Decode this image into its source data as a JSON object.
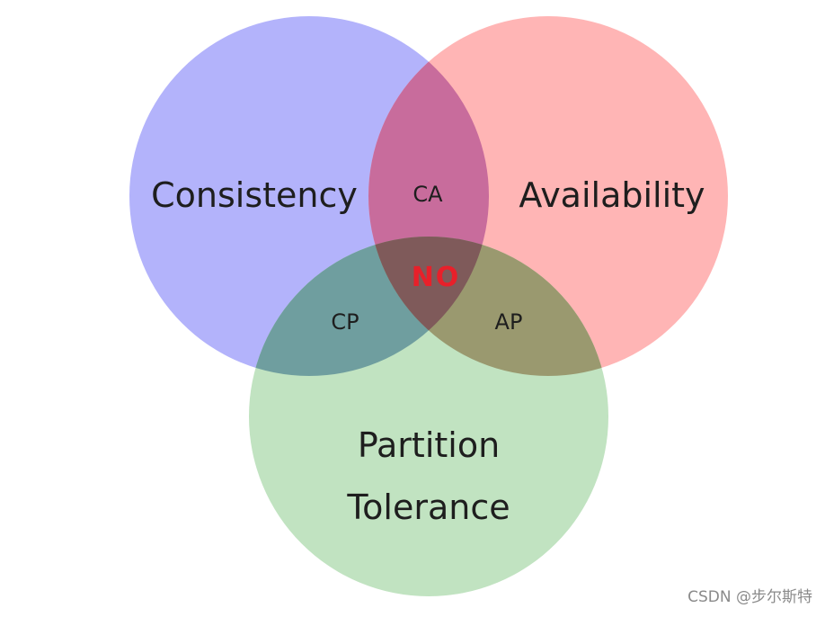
{
  "sets": {
    "consistency": {
      "label": "Consistency",
      "color": "#b3b3fb"
    },
    "availability": {
      "label": "Availability",
      "color": "#ffb5b5"
    },
    "partition": {
      "label_line1": "Partition",
      "label_line2": "Tolerance",
      "color": "#c1e3c1"
    }
  },
  "intersections": {
    "ca": {
      "label": "CA",
      "color": "#c86c9c"
    },
    "cp": {
      "label": "CP",
      "color": "#6f9e9f"
    },
    "ap": {
      "label": "AP",
      "color": "#9a996f"
    },
    "cap": {
      "label": "NO",
      "color": "#7f5a5a",
      "text_color": "#e8202a"
    }
  },
  "watermark": "CSDN @步尔斯特"
}
